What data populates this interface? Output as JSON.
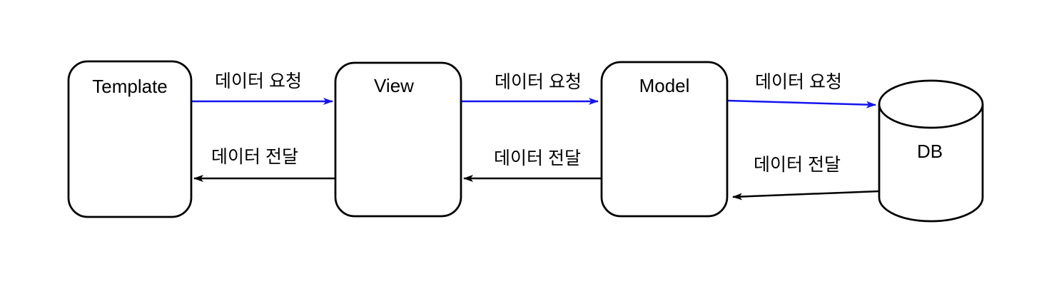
{
  "diagram": {
    "type": "flow",
    "description": "MTV / MVC data flow diagram",
    "background": "#ffffff",
    "colors": {
      "request_arrow": "#1414f0",
      "transfer_arrow": "#000000",
      "node_border": "#000000",
      "node_fill": "#ffffff",
      "text": "#000000"
    },
    "nodes": [
      {
        "id": "template",
        "label": "Template",
        "shape": "rounded-rect"
      },
      {
        "id": "view",
        "label": "View",
        "shape": "rounded-rect"
      },
      {
        "id": "model",
        "label": "Model",
        "shape": "rounded-rect"
      },
      {
        "id": "db",
        "label": "DB",
        "shape": "cylinder"
      }
    ],
    "edges": [
      {
        "from": "template",
        "to": "view",
        "label": "데이터 요청",
        "color": "#1414f0",
        "direction": "right"
      },
      {
        "from": "view",
        "to": "template",
        "label": "데이터 전달",
        "color": "#000000",
        "direction": "left"
      },
      {
        "from": "view",
        "to": "model",
        "label": "데이터 요청",
        "color": "#1414f0",
        "direction": "right"
      },
      {
        "from": "model",
        "to": "view",
        "label": "데이터 전달",
        "color": "#000000",
        "direction": "left"
      },
      {
        "from": "model",
        "to": "db",
        "label": "데이터 요청",
        "color": "#1414f0",
        "direction": "right"
      },
      {
        "from": "db",
        "to": "model",
        "label": "데이터 전달",
        "color": "#000000",
        "direction": "left"
      }
    ]
  }
}
